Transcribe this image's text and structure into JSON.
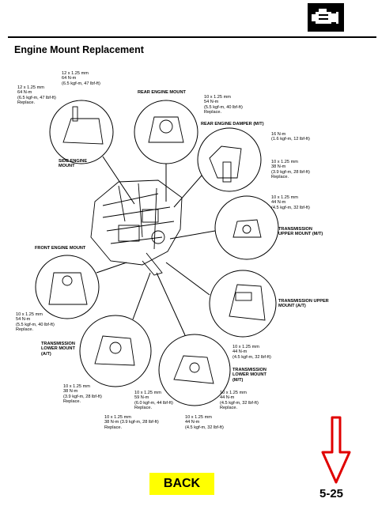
{
  "page": {
    "title": "Engine Mount Replacement",
    "page_number": "5-25",
    "back_label": "BACK"
  },
  "labels": {
    "l1": "12 x 1.25 mm\n64 N-m\n(6.5 kgf-m, 47 lbf-ft)",
    "l2": "12 x 1.25 mm\n64 N-m\n(6.5 kgf-m, 47 lbf-ft)\nReplace.",
    "l3": "REAR ENGINE MOUNT",
    "l4": "10 x 1.25 mm\n54 N-m\n(5.5 kgf-m, 40 lbf-ft)\nReplace.",
    "l5": "REAR ENGINE DAMPER (M/T)",
    "l6": "16 N-m\n(1.6 kgf-m, 12 lbf-ft)",
    "l7": "10 x 1.25 mm\n38 N-m\n(3.9 kgf-m, 28 lbf-ft)\nReplace.",
    "l8": "SIDE ENGINE\nMOUNT",
    "l9": "10 x 1.25 mm\n44 N-m\n(4.5 kgf-m, 32 lbf-ft)",
    "l10": "TRANSMISSION\nUPPER MOUNT (M/T)",
    "l11": "FRONT ENGINE MOUNT",
    "l12": "TRANSMISSION UPPER\nMOUNT (A/T)",
    "l13": "10 x 1.25 mm\n54 N-m\n(5.5 kgf-m, 40 lbf-ft)\nReplace.",
    "l14": "TRANSMISSION\nLOWER MOUNT\n(A/T)",
    "l15": "10 x 1.25 mm\n44 N-m\n(4.5 kgf-m, 32 lbf-ft)",
    "l16": "TRANSMISSION\nLOWER MOUNT\n(M/T)",
    "l17": "10 x 1.25 mm\n38 N-m\n(3.9 kgf-m, 28 lbf-ft)\nReplace.",
    "l18": "10 x 1.25 mm\n59 N-m\n(6.0 kgf-m, 44 lbf-ft)\nReplace.",
    "l19": "10 x 1.25 mm\n44 N-m\n(4.5 kgf-m, 32 lbf-ft)\nReplace.",
    "l20": "10 x 1.25 mm\n38 N-m (3.9 kgf-m, 28 lbf-ft)\nReplace.",
    "l21": "10 x 1.25 mm\n44 N-m\n(4.5 kgf-m, 32 lbf-ft)"
  },
  "icons": {
    "logo": "engine-icon",
    "arrow": "down-arrow-icon"
  },
  "colors": {
    "back_button": "#ffff00",
    "arrow": "#e00000"
  }
}
